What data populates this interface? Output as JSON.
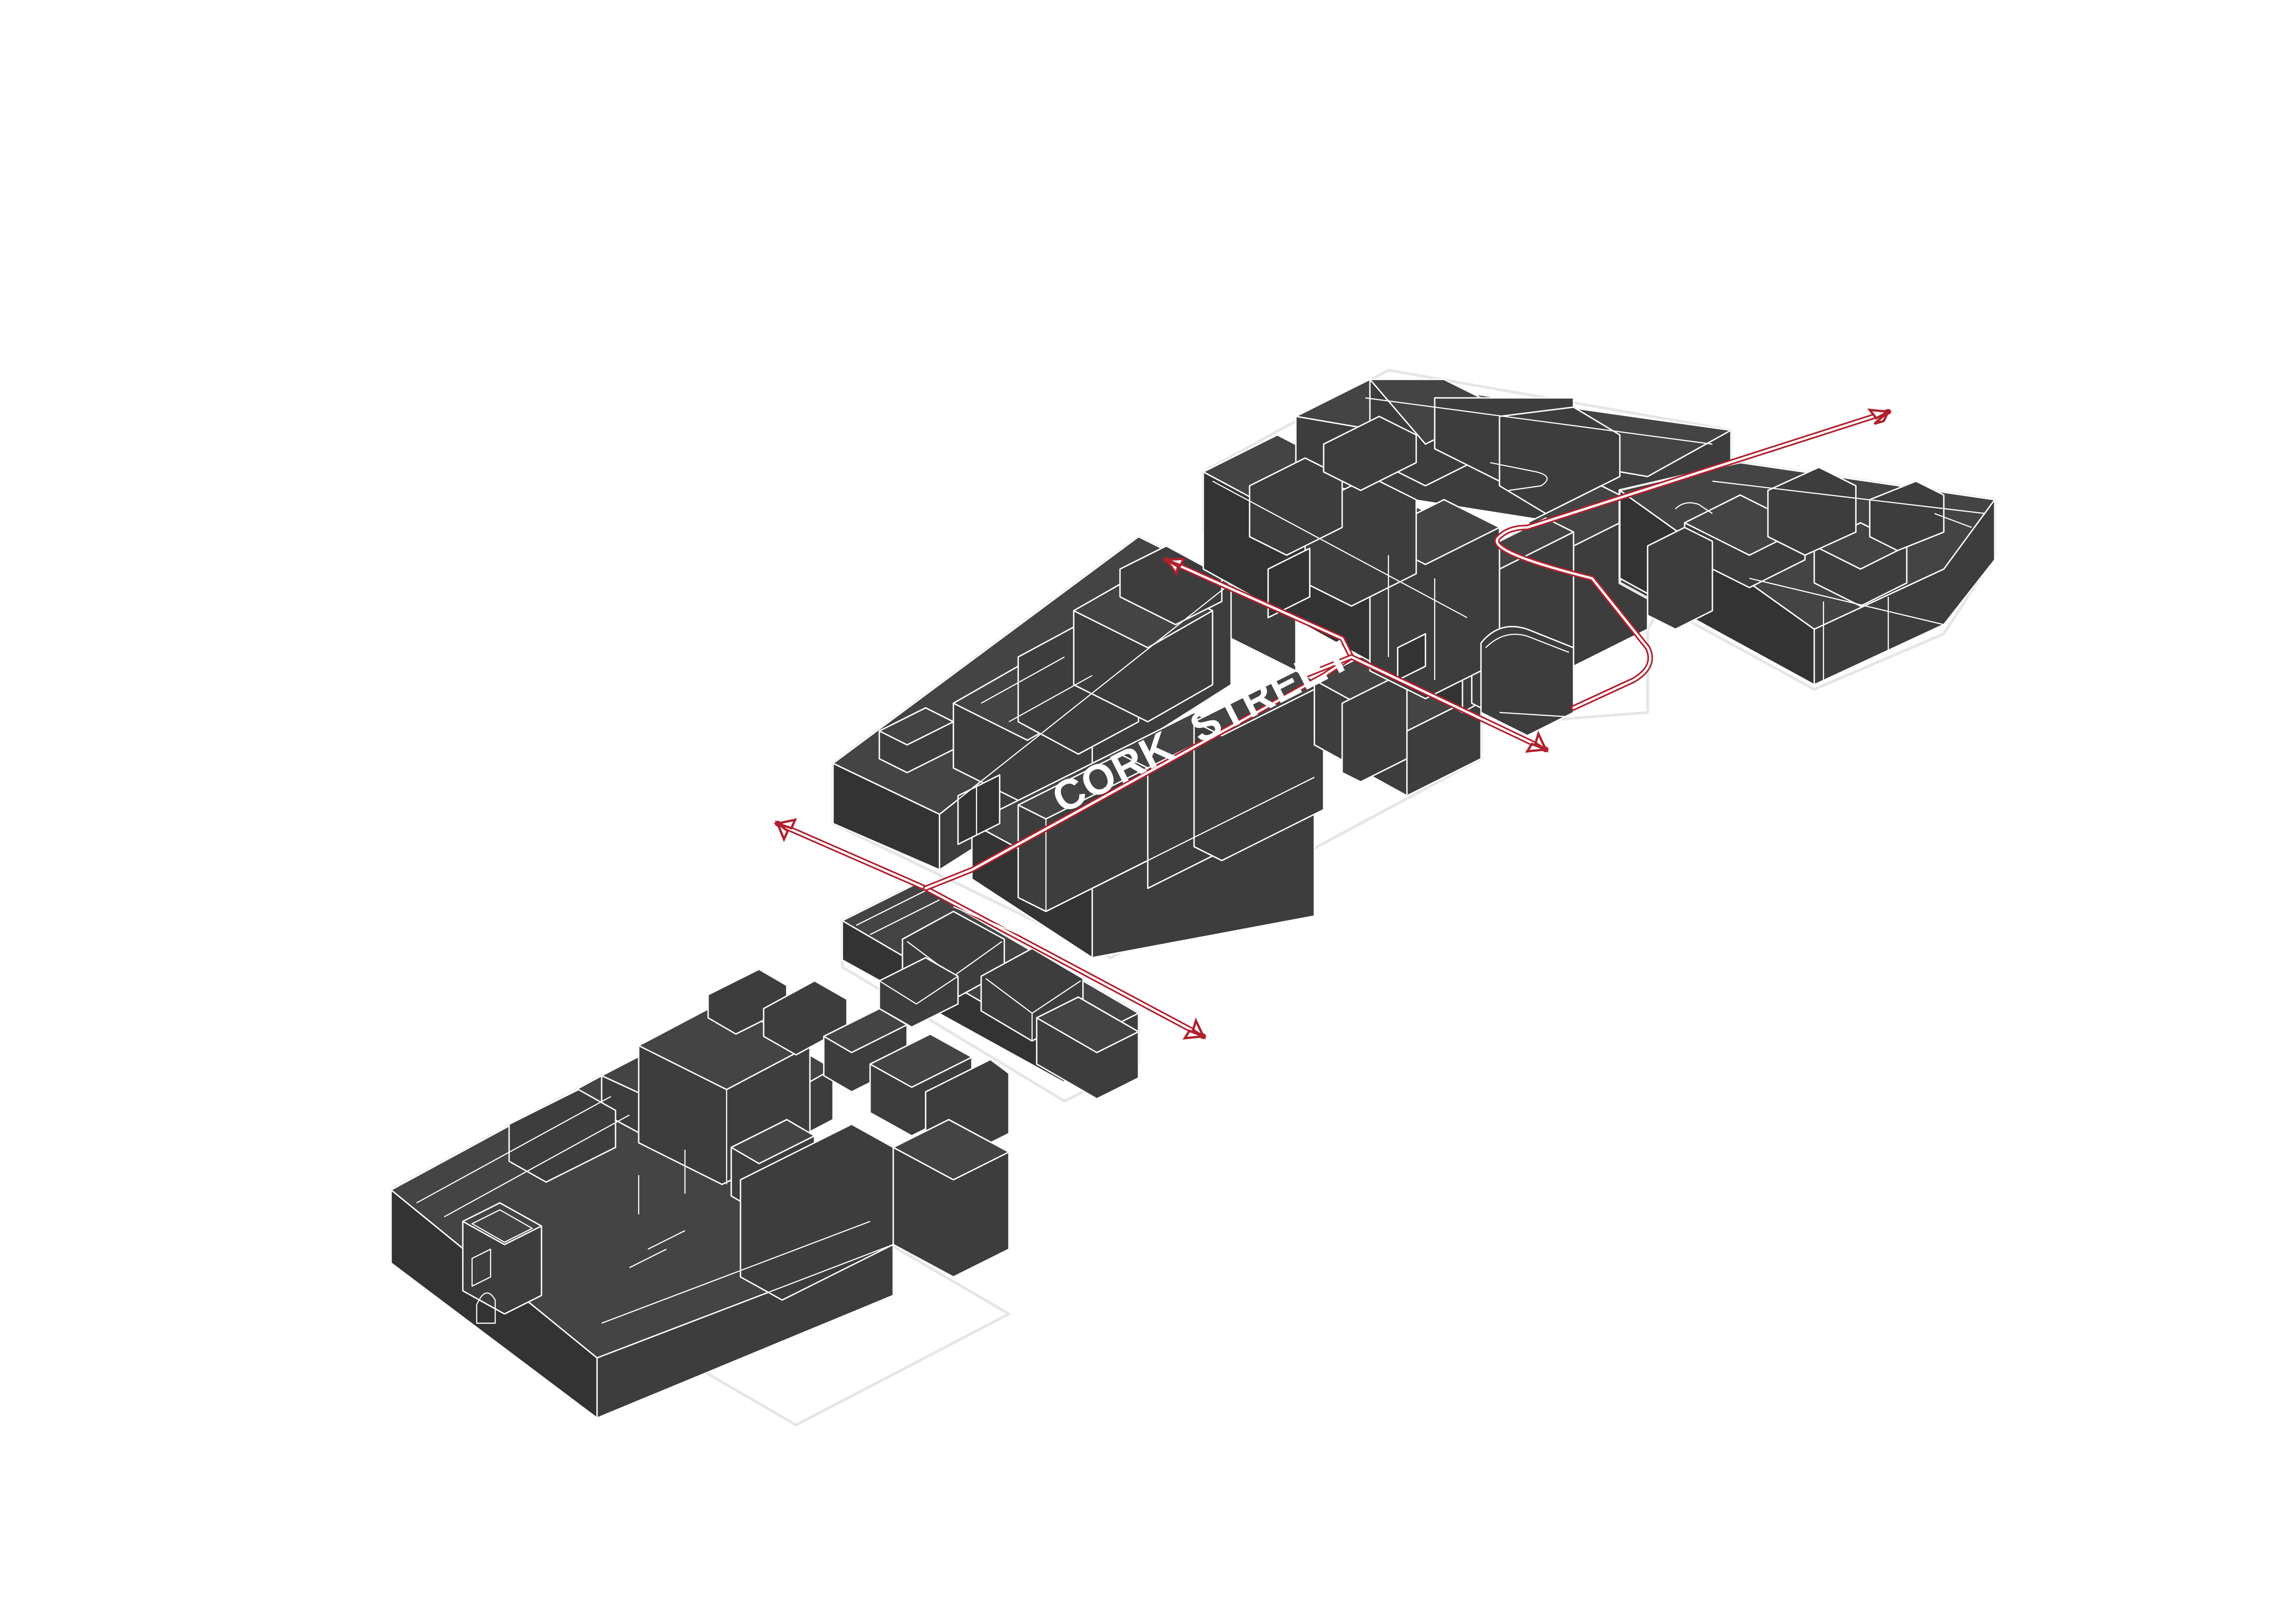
{
  "diagram": {
    "street_label": "CORK  STREET",
    "colors": {
      "building_fill": "#3d3d3d",
      "building_top": "#444444",
      "building_edge": "#ffffff",
      "route_stroke": "#b0202e",
      "route_inner": "#ffffff",
      "background": "#ffffff"
    },
    "icons": {
      "route_arrow": "double-headed-arrow",
      "route_path": "pedestrian-route-line"
    }
  }
}
